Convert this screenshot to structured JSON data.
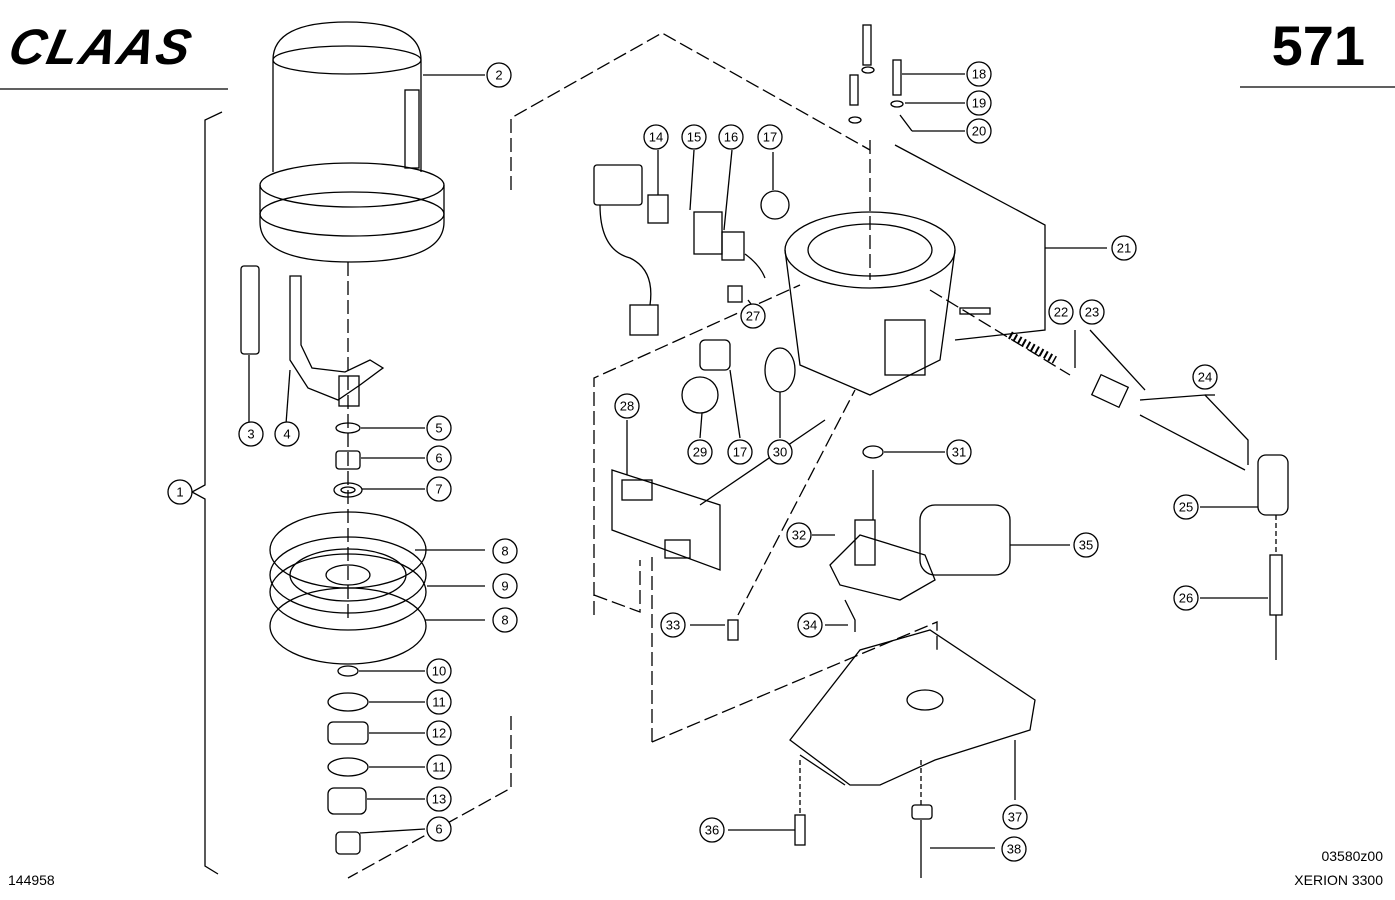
{
  "header": {
    "logo": "CLAAS",
    "page_number": "571"
  },
  "footer": {
    "doc_number": "144958",
    "drawing_code": "03580z00",
    "model": "XERION 3300"
  },
  "callouts": [
    {
      "id": "c2",
      "label": "2"
    },
    {
      "id": "c3",
      "label": "3"
    },
    {
      "id": "c4",
      "label": "4"
    },
    {
      "id": "c5",
      "label": "5"
    },
    {
      "id": "c6a",
      "label": "6"
    },
    {
      "id": "c7",
      "label": "7"
    },
    {
      "id": "c8a",
      "label": "8"
    },
    {
      "id": "c9",
      "label": "9"
    },
    {
      "id": "c8b",
      "label": "8"
    },
    {
      "id": "c10",
      "label": "10"
    },
    {
      "id": "c11a",
      "label": "11"
    },
    {
      "id": "c12",
      "label": "12"
    },
    {
      "id": "c11b",
      "label": "11"
    },
    {
      "id": "c13",
      "label": "13"
    },
    {
      "id": "c6b",
      "label": "6"
    },
    {
      "id": "c1",
      "label": "1"
    },
    {
      "id": "c14",
      "label": "14"
    },
    {
      "id": "c15",
      "label": "15"
    },
    {
      "id": "c16",
      "label": "16"
    },
    {
      "id": "c17a",
      "label": "17"
    },
    {
      "id": "c18",
      "label": "18"
    },
    {
      "id": "c19",
      "label": "19"
    },
    {
      "id": "c20",
      "label": "20"
    },
    {
      "id": "c21",
      "label": "21"
    },
    {
      "id": "c22",
      "label": "22"
    },
    {
      "id": "c23",
      "label": "23"
    },
    {
      "id": "c24",
      "label": "24"
    },
    {
      "id": "c25",
      "label": "25"
    },
    {
      "id": "c26",
      "label": "26"
    },
    {
      "id": "c27",
      "label": "27"
    },
    {
      "id": "c28",
      "label": "28"
    },
    {
      "id": "c29",
      "label": "29"
    },
    {
      "id": "c17b",
      "label": "17"
    },
    {
      "id": "c30",
      "label": "30"
    },
    {
      "id": "c31",
      "label": "31"
    },
    {
      "id": "c32",
      "label": "32"
    },
    {
      "id": "c35",
      "label": "35"
    },
    {
      "id": "c33",
      "label": "33"
    },
    {
      "id": "c34",
      "label": "34"
    },
    {
      "id": "c36",
      "label": "36"
    },
    {
      "id": "c37",
      "label": "37"
    },
    {
      "id": "c38",
      "label": "38"
    }
  ]
}
